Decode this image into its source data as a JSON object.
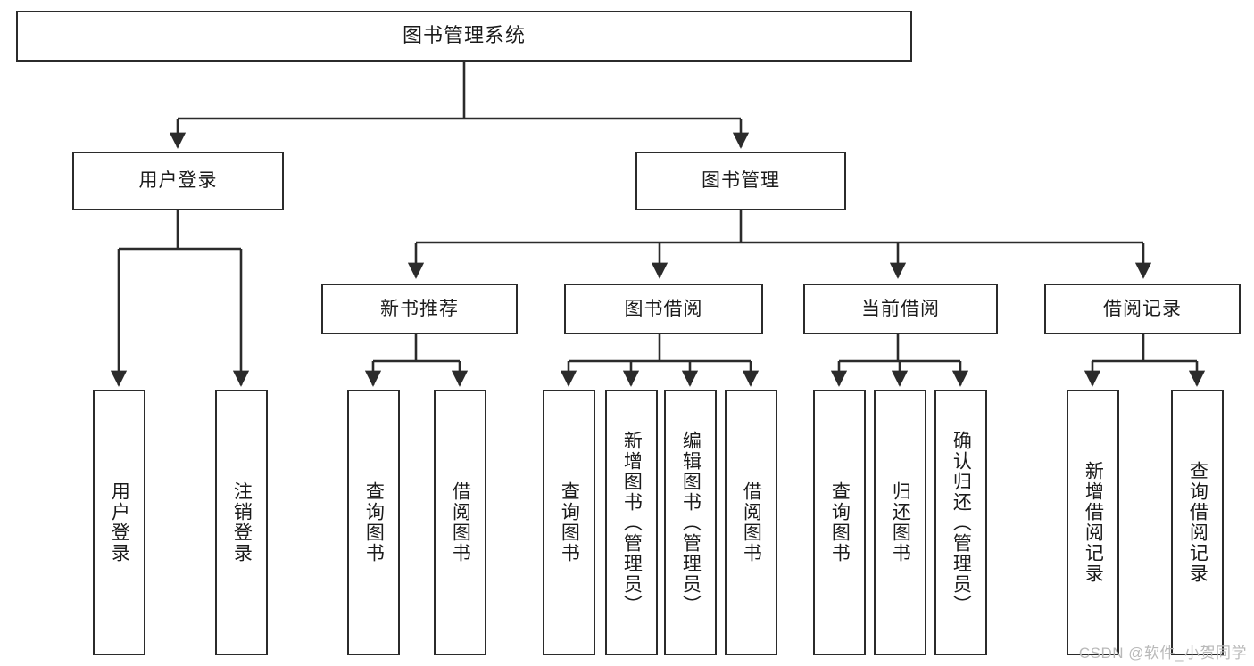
{
  "diagram": {
    "type": "tree-hierarchy",
    "title": "图书管理系统",
    "root": {
      "id": "root",
      "label": "图书管理系统"
    },
    "level1": [
      {
        "id": "user-login",
        "label": "用户登录"
      },
      {
        "id": "book-management",
        "label": "图书管理"
      }
    ],
    "level2": [
      {
        "id": "new-book-recommend",
        "label": "新书推荐",
        "parent": "book-management"
      },
      {
        "id": "book-borrow",
        "label": "图书借阅",
        "parent": "book-management"
      },
      {
        "id": "current-borrow",
        "label": "当前借阅",
        "parent": "book-management"
      },
      {
        "id": "borrow-record",
        "label": "借阅记录",
        "parent": "book-management"
      }
    ],
    "leaves": [
      {
        "id": "leaf-user-login",
        "label": "用户登录",
        "parent": "user-login"
      },
      {
        "id": "leaf-user-logout",
        "label": "注销登录",
        "parent": "user-login"
      },
      {
        "id": "leaf-query-book-1",
        "label": "查询图书",
        "parent": "new-book-recommend"
      },
      {
        "id": "leaf-borrow-book-1",
        "label": "借阅图书",
        "parent": "new-book-recommend"
      },
      {
        "id": "leaf-query-book-2",
        "label": "查询图书",
        "parent": "book-borrow"
      },
      {
        "id": "leaf-add-book",
        "label": "新增图书（管理员）",
        "parent": "book-borrow"
      },
      {
        "id": "leaf-edit-book",
        "label": "编辑图书（管理员）",
        "parent": "book-borrow"
      },
      {
        "id": "leaf-borrow-book-2",
        "label": "借阅图书",
        "parent": "book-borrow"
      },
      {
        "id": "leaf-query-book-3",
        "label": "查询图书",
        "parent": "current-borrow"
      },
      {
        "id": "leaf-return-book",
        "label": "归还图书",
        "parent": "current-borrow"
      },
      {
        "id": "leaf-confirm-return",
        "label": "确认归还（管理员）",
        "parent": "current-borrow"
      },
      {
        "id": "leaf-add-record",
        "label": "新增借阅记录",
        "parent": "borrow-record"
      },
      {
        "id": "leaf-query-record",
        "label": "查询借阅记录",
        "parent": "borrow-record"
      }
    ],
    "colors": {
      "stroke": "#2b2b2b",
      "fill": "#ffffff",
      "text": "#1b1b1b",
      "watermark": "#b9b9b9"
    }
  },
  "watermark": {
    "text": "CSDN @软件_小贺同学"
  }
}
